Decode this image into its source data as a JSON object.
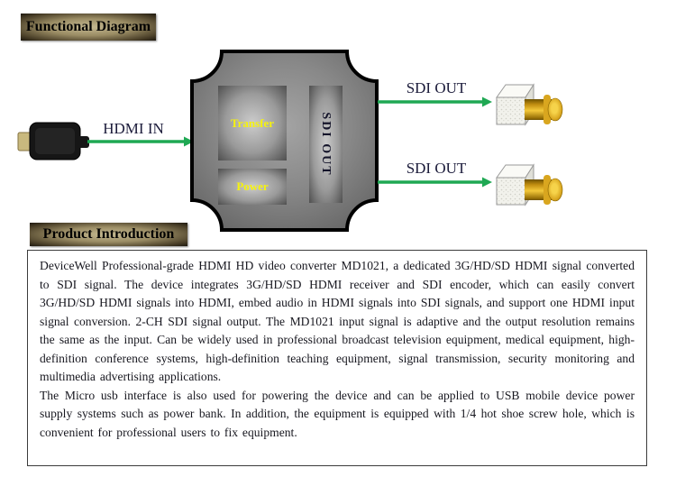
{
  "badges": {
    "functional": "Functional Diagram",
    "product": "Product Introduction"
  },
  "diagram": {
    "hdmi_in_label": "HDMI IN",
    "sdi_out_top_label": "SDI OUT",
    "sdi_out_bottom_label": "SDI OUT",
    "device": {
      "transfer_label": "Transfer",
      "power_label": "Power",
      "sdi_block_label": "SDI OUT"
    },
    "colors": {
      "arrow_green": "#1fa853",
      "label_navy": "#1b1b3a",
      "block_text_yellow": "#f5f20e",
      "hdmi_tip_tan": "#c9b97e",
      "bnc_gold": "#d9a61f",
      "device_gray": "#868686"
    }
  },
  "intro": {
    "paragraphs": [
      "DeviceWell Professional-grade HDMI HD video converter MD1021, a dedicated 3G/HD/SD HDMI signal converted to SDI signal. The device integrates 3G/HD/SD HDMI receiver and SDI encoder, which can easily convert 3G/HD/SD HDMI signals into HDMI, embed audio in HDMI signals into SDI signals, and support one HDMI input signal conversion. 2-CH SDI signal output. The MD1021 input signal is adaptive and the output resolution remains the same as the input. Can be widely used in professional broadcast television equipment, medical equipment, high-definition conference systems, high-definition teaching equipment, signal transmission, security monitoring and multimedia advertising applications.",
      "The Micro usb interface is also used for powering the device and can be applied to USB mobile device power supply systems such as power bank. In addition, the equipment is equipped with 1/4 hot shoe screw hole, which is convenient for professional users to fix equipment."
    ]
  }
}
